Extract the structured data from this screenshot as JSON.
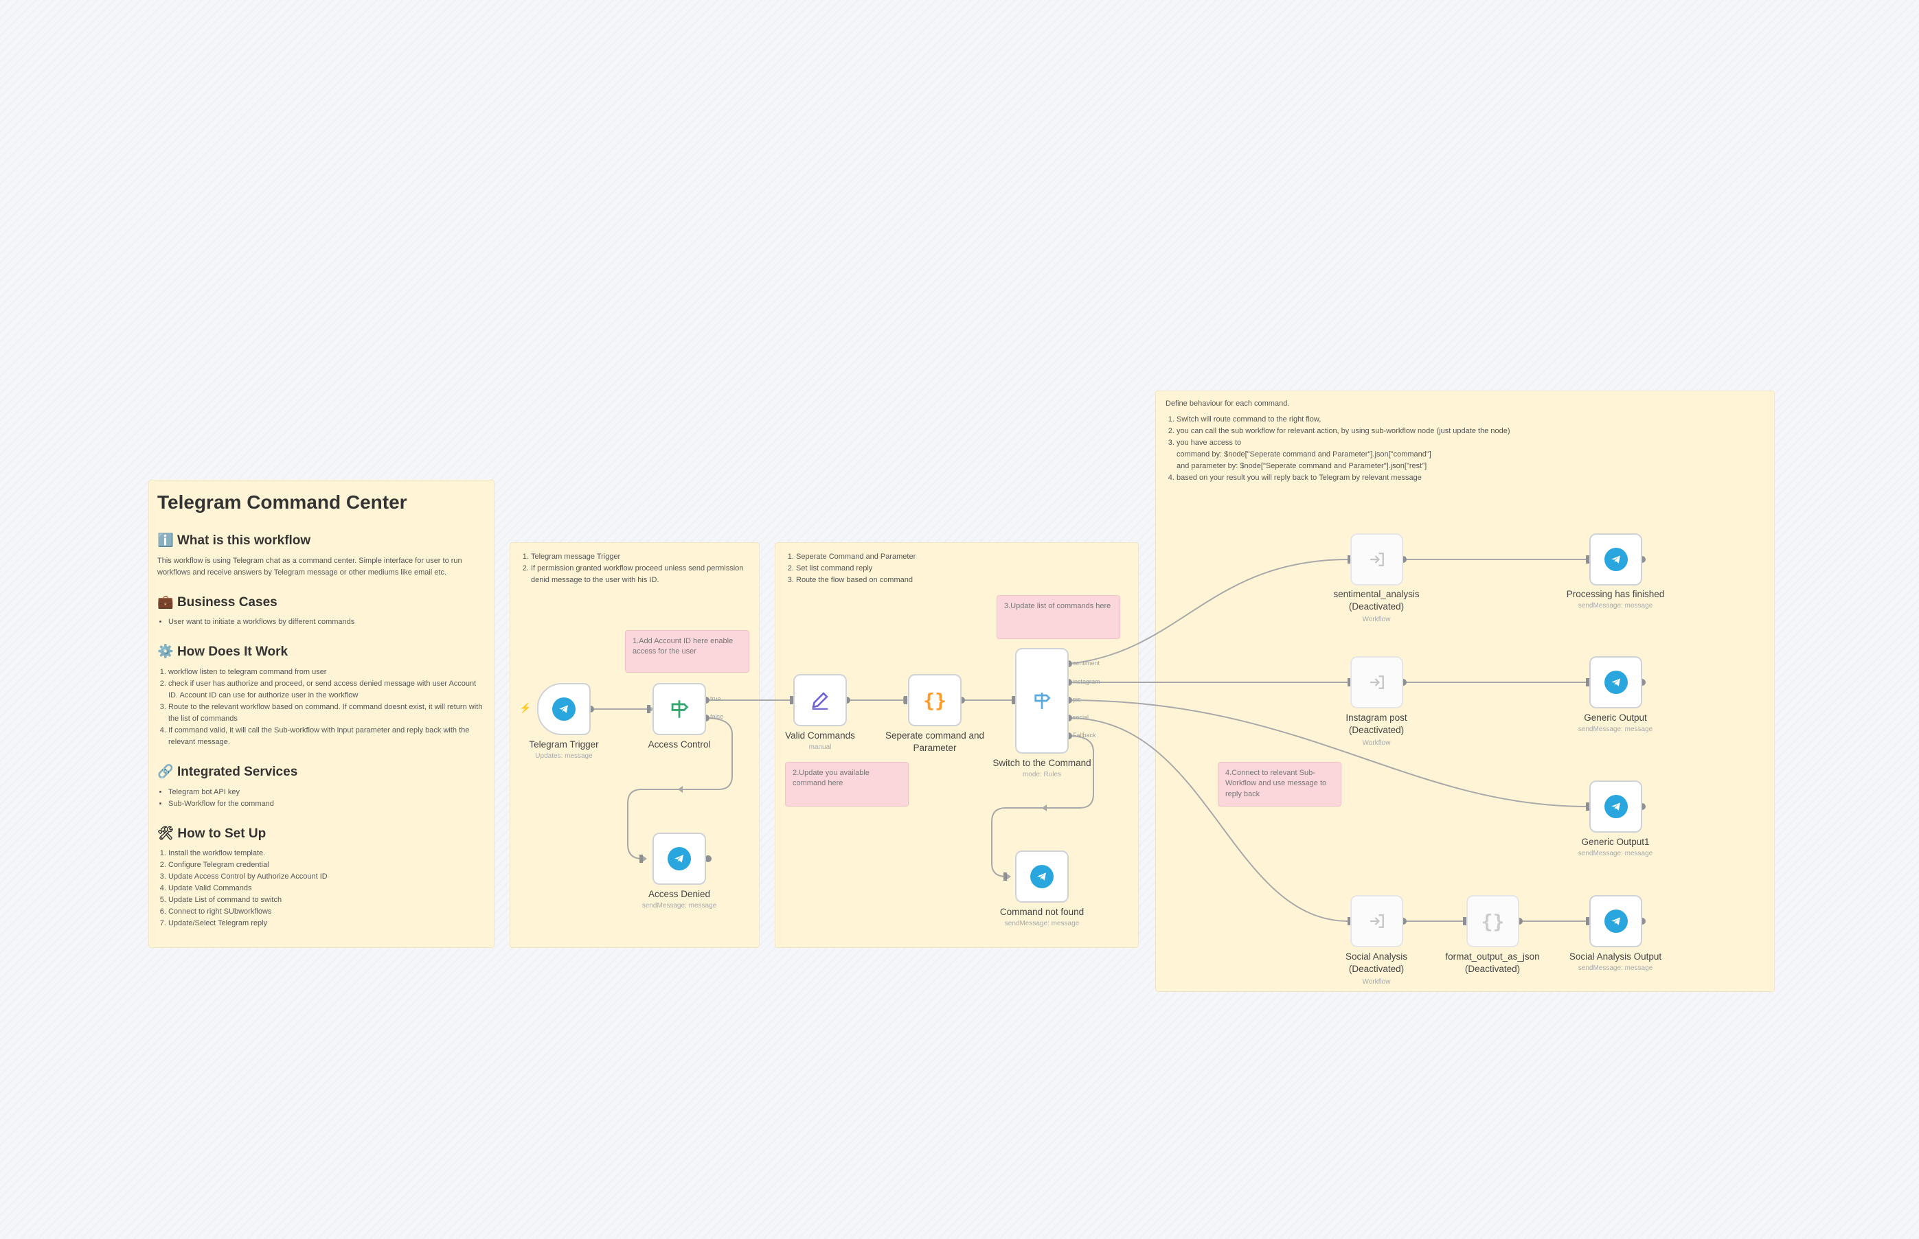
{
  "app": {
    "title": "Telegram Command Center"
  },
  "colors": {
    "sticky": "#fff5d6",
    "note": "#fbd7dc",
    "telegram": "#2aa6df",
    "if_green": "#35a76e",
    "switch_blue": "#5aa9de",
    "code_orange": "#ff9b26",
    "edge": "#a8a8a8"
  },
  "main_sticky": {
    "title": "Telegram Command Center",
    "sections": [
      {
        "icon": "ℹ️",
        "title": "What is this workflow",
        "paragraph": "This workflow is using Telegram chat as a command center. Simple interface for user to run workflows and receive answers by Telegram message or other mediums like email etc."
      },
      {
        "icon": "💼",
        "title": "Business Cases",
        "bullets": [
          "User want to initiate a workflows by different commands"
        ]
      },
      {
        "icon": "⚙️",
        "title": "How Does It Work",
        "ordered": [
          "workflow listen to telegram command from user",
          "check if user has authorize and proceed, or send access denied message with user Account ID. Account ID can use for authorize user in the workflow",
          "Route to the relevant workflow based on command. If command doesnt exist, it will return with the list of commands",
          "If command valid, it will call the Sub-workflow with input parameter and reply back with the relevant message."
        ]
      },
      {
        "icon": "🔗",
        "title": "Integrated Services",
        "bullets": [
          "Telegram bot API key",
          "Sub-Workflow for the command"
        ]
      },
      {
        "icon": "🛠",
        "title": "How to Set Up",
        "ordered": [
          "Install the workflow template.",
          "Configure Telegram credential",
          "Update Access Control by Authorize Account ID",
          "Update Valid Commands",
          "Update List of command to switch",
          "Connect to right SUbworkflows",
          "Update/Select Telegram reply"
        ]
      }
    ]
  },
  "sticky_trigger": {
    "items": [
      "Telegram message Trigger",
      "If permission granted workflow proceed unless send permission denid message to the user with his ID."
    ]
  },
  "sticky_route": {
    "items": [
      "Seperate Command and Parameter",
      "Set list command reply",
      "Route the flow based on command"
    ]
  },
  "sticky_behaviour": {
    "intro": "Define behaviour for each command.",
    "items": [
      "Switch will route command to the right flow,",
      "you can call the sub workflow for relevant action, by using sub-workflow node (just update the node)",
      "you have access to",
      "based on your result you will reply back to Telegram by relevant message"
    ],
    "code_lines": [
      "command by: $node[\"Seperate command and Parameter\"].json[\"command\"]",
      "and parameter by: $node[\"Seperate command and Parameter\"].json[\"rest\"]"
    ]
  },
  "notes": {
    "n1": "1.Add Account ID here enable access for the user",
    "n2": "2.Update you available command here",
    "n3": "3.Update list of commands here",
    "n4": "4.Connect to relevant Sub-Workflow and use message to reply back"
  },
  "nodes": {
    "telegram_trigger": {
      "label": "Telegram Trigger",
      "sub": "Updates: message"
    },
    "access_control": {
      "label": "Access Control",
      "out_true": "true",
      "out_false": "false"
    },
    "access_denied": {
      "label": "Access Denied",
      "sub": "sendMessage: message"
    },
    "valid_commands": {
      "label": "Valid Commands",
      "sub": "manual"
    },
    "separate": {
      "label": "Seperate command and Parameter"
    },
    "switch": {
      "label": "Switch to the Command",
      "sub": "mode: Rules",
      "outputs": [
        "sentiment",
        "instagram",
        "pic",
        "social",
        "Fallback"
      ]
    },
    "command_not_found": {
      "label": "Command not found",
      "sub": "sendMessage: message"
    },
    "sentimental": {
      "label": "sentimental_analysis (Deactivated)",
      "sub": "Workflow"
    },
    "instagram": {
      "label": "Instagram post (Deactivated)",
      "sub": "Workflow"
    },
    "social": {
      "label": "Social Analysis (Deactivated)",
      "sub": "Workflow"
    },
    "format_json": {
      "label": "format_output_as_json (Deactivated)"
    },
    "processing": {
      "label": "Processing has finished",
      "sub": "sendMessage: message"
    },
    "generic_output": {
      "label": "Generic Output",
      "sub": "sendMessage: message"
    },
    "generic_output1": {
      "label": "Generic Output1",
      "sub": "sendMessage: message"
    },
    "social_output": {
      "label": "Social Analysis Output",
      "sub": "sendMessage: message"
    }
  }
}
